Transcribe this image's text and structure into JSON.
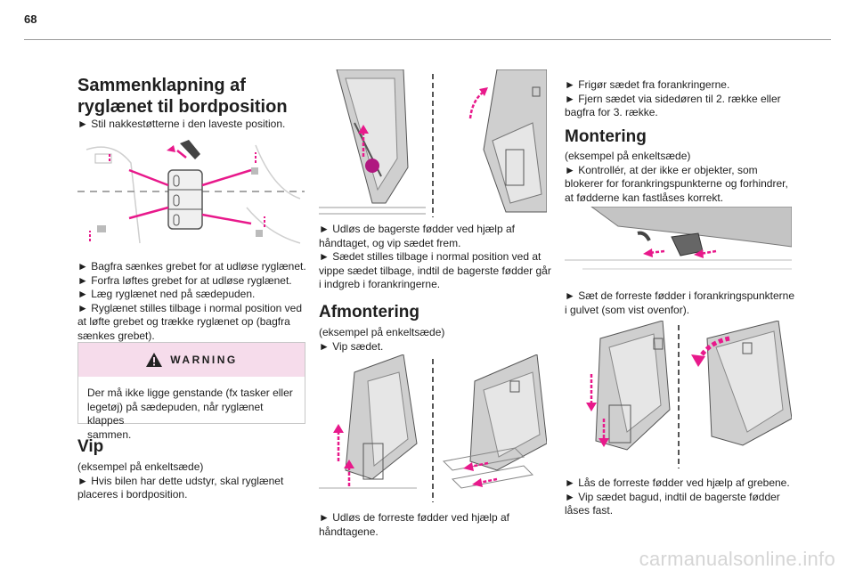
{
  "page_number": "68",
  "col1": {
    "title_line1": "Sammenklapning af",
    "title_line2": "ryglænet til bordposition",
    "step1": "► Stil nakkestøtterne i den laveste position.",
    "steps": [
      "► Bagfra sænkes grebet for at udløse ryglænet.",
      "► Forfra løftes grebet for at udløse ryglænet.",
      "► Læg ryglænet ned på sædepuden.",
      "► Ryglænet stilles tilbage i normal position ved",
      "at løfte grebet og trække ryglænet op (bagfra",
      "sænkes grebet)."
    ],
    "warning": {
      "title": "WARNING",
      "lines": [
        "Der må ikke ligge genstande (fx tasker eller",
        "legetøj) på sædepuden, når ryglænet klappes",
        "sammen."
      ]
    },
    "vip_title": "Vip",
    "vip_lines": [
      "(eksempel på enkeltsæde)",
      "► Hvis bilen har dette udstyr, skal ryglænet",
      "placeres i bordposition."
    ]
  },
  "col2": {
    "lines_a": [
      "► Udløs de bagerste fødder ved hjælp af",
      "håndtaget, og vip sædet frem.",
      "► Sædet stilles tilbage i normal position ved at",
      "vippe sædet tilbage, indtil de bagerste fødder går",
      "i indgreb i forankringerne."
    ],
    "afmontering_title": "Afmontering",
    "afm_lines": [
      "(eksempel på enkeltsæde)",
      "► Vip sædet."
    ],
    "lines_b": [
      "► Udløs de forreste fødder ved hjælp af",
      "håndtagene."
    ]
  },
  "col3": {
    "lines_a": [
      "► Frigør sædet fra forankringerne.",
      "► Fjern sædet via sidedøren til 2. række eller",
      "bagfra for 3. række."
    ],
    "montering_title": "Montering",
    "mont_lines": [
      "(eksempel på enkeltsæde)",
      "► Kontrollér, at der ikke er objekter, som",
      "blokerer for forankringspunkterne og forhindrer,",
      "at fødderne kan fastlåses korrekt."
    ],
    "lines_b": [
      "► Sæt de forreste fødder i forankringspunkterne",
      "i gulvet (som vist ovenfor)."
    ],
    "lines_c": [
      "► Lås de forreste fødder ved hjælp af grebene.",
      "► Vip sædet bagud, indtil de bagerste fødder",
      "låses fast."
    ]
  },
  "watermark": "carmanualsonline.info",
  "colors": {
    "accent": "#e8198b",
    "warning_bg": "#f6dceb",
    "rule": "#9a9a9a"
  }
}
